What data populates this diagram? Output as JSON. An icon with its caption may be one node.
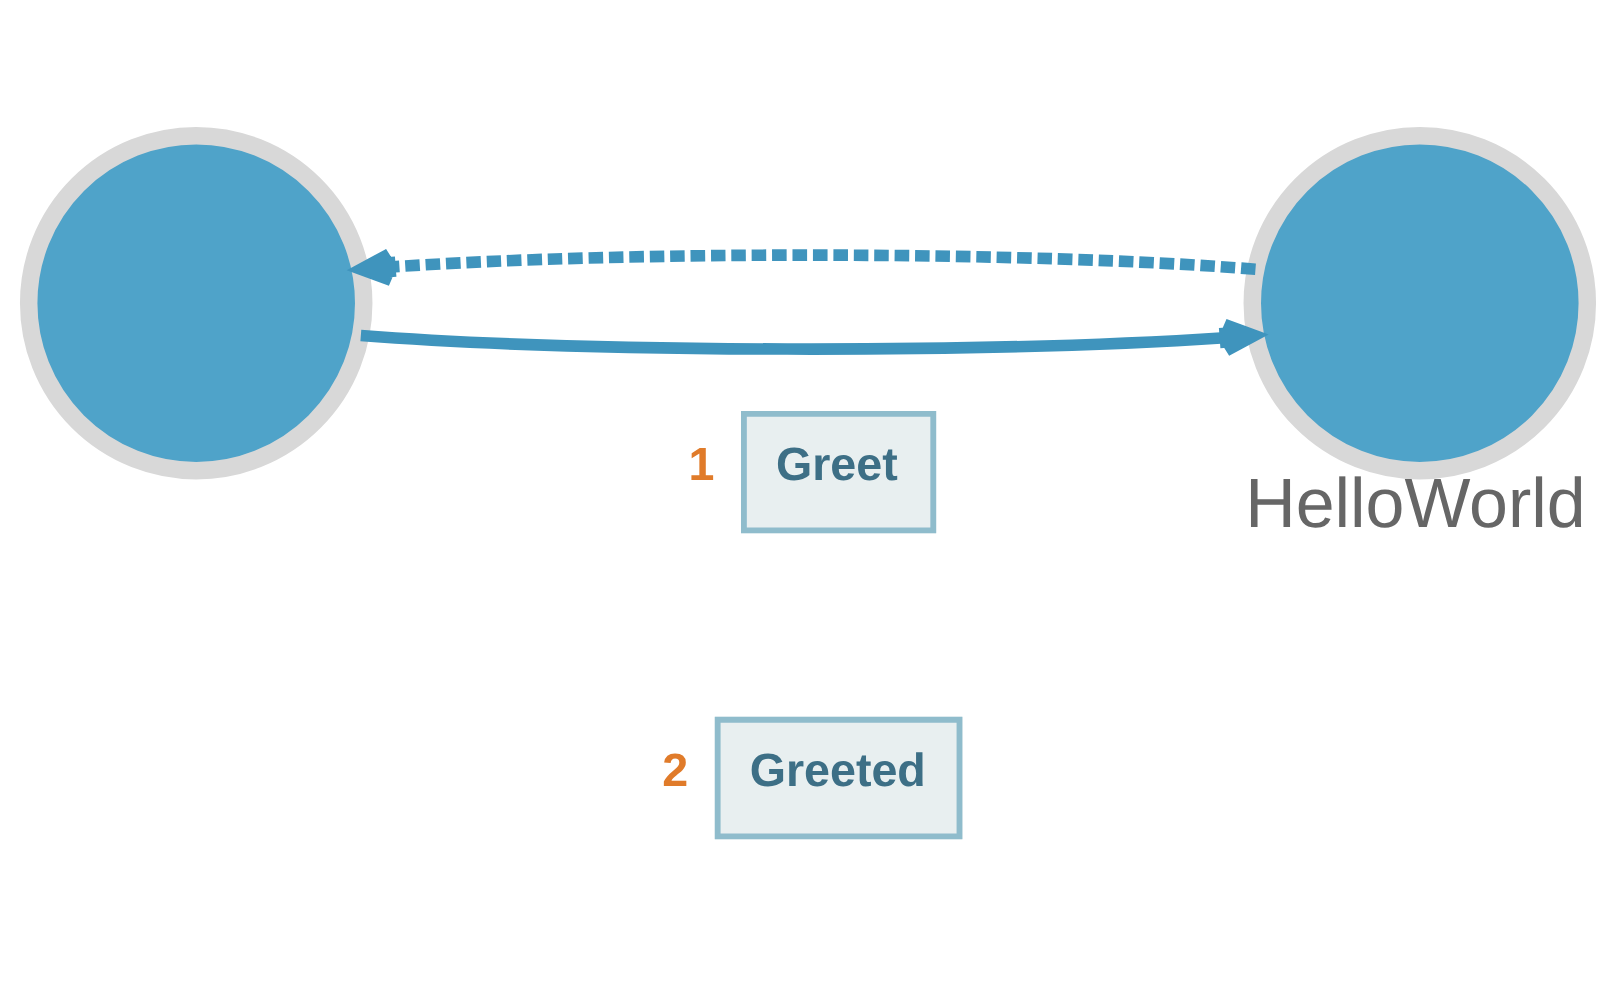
{
  "diagram": {
    "nodes": [
      {
        "text": [
          "HelloWorld"
        ]
      },
      {
        "text": [
          "Greet"
        ],
        "beside": [
          "1"
        ]
      },
      {
        "text": [],
        "shape": "circle"
      },
      {
        "text": [
          "Greeted"
        ],
        "beside": [
          "2"
        ]
      }
    ],
    "edges": [
      {
        "from": 2,
        "to": 0,
        "arrow": "to"
      },
      {
        "from": 0,
        "to": 2,
        "arrow": "to",
        "style": "dashed"
      }
    ]
  }
}
